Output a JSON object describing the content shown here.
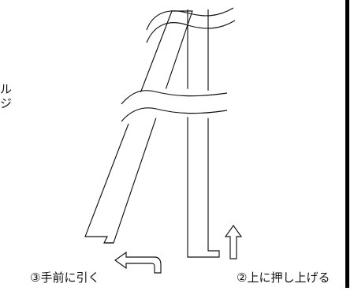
{
  "annotations": {
    "step3": "③手前に引く",
    "step2": "②上に押し上げる",
    "cut_label_line1": "ル",
    "cut_label_line2": "ジ"
  },
  "colors": {
    "ink": "#111111",
    "background": "#ffffff",
    "frame": "#000000"
  },
  "icons": {
    "pull_arrow": "curved-left-arrow-icon",
    "push_arrow": "up-arrow-icon",
    "break_marks": "wavy-break-line-icon"
  }
}
